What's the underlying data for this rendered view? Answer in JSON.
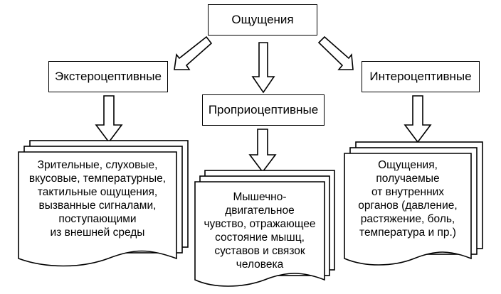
{
  "root": {
    "label": "Ощущения"
  },
  "categories": [
    {
      "id": "extero",
      "label": "Экстероцептивные",
      "description": "Зрительные, слуховые,\nвкусовые, температурные,\nтактильные ощущения,\nвызванные сигналами,\nпоступающими\nиз внешней среды"
    },
    {
      "id": "proprio",
      "label": "Проприоцептивные",
      "description": "Мышечно-\nдвигательное\nчувство, отражающее\nсостояние мышц,\nсуставов и связок\nчеловека"
    },
    {
      "id": "intero",
      "label": "Интероцептивные",
      "description": "Ощущения,\nполучаемые\nот внутренних\nорганов (давление,\nрастяжение, боль,\nтемпература и пр.)"
    }
  ]
}
